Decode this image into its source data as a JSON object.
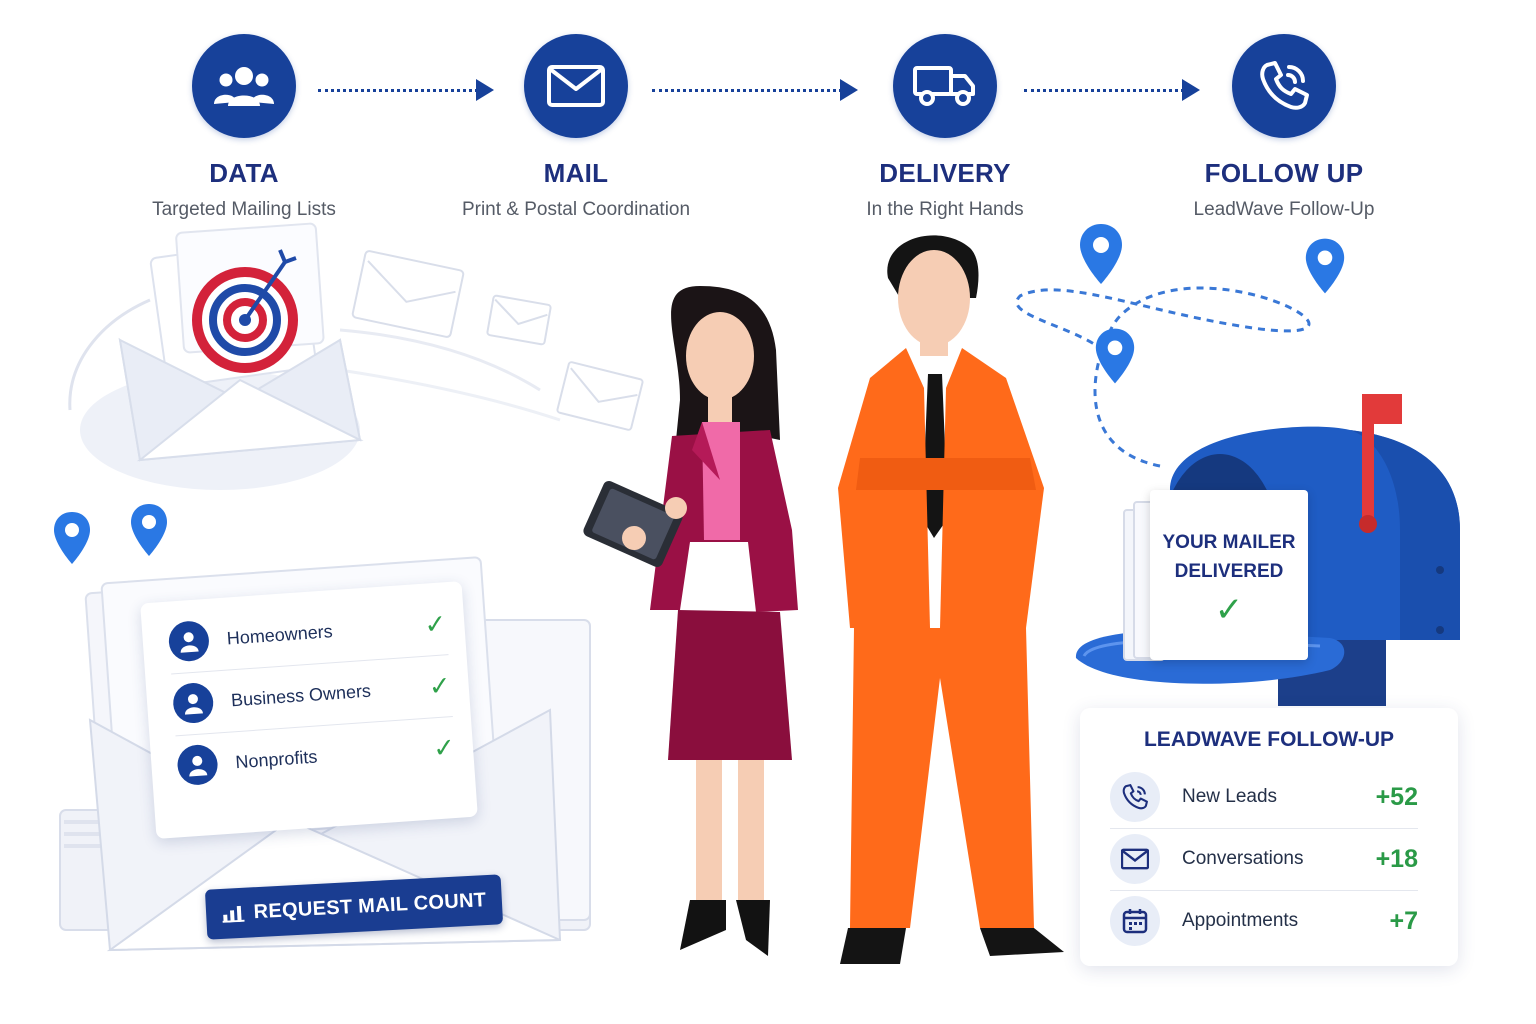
{
  "steps": [
    {
      "title": "DATA",
      "subtitle": "Targeted Mailing Lists",
      "icon": "people-icon"
    },
    {
      "title": "MAIL",
      "subtitle": "Print & Postal Coordination",
      "icon": "envelope-icon"
    },
    {
      "title": "DELIVERY",
      "subtitle": "In the Right Hands",
      "icon": "truck-icon"
    },
    {
      "title": "FOLLOW UP",
      "subtitle": "LeadWave Follow-Up",
      "icon": "phone-icon"
    }
  ],
  "audience_list": [
    {
      "label": "Homeowners"
    },
    {
      "label": "Business Owners"
    },
    {
      "label": "Nonprofits"
    }
  ],
  "request_button": {
    "label": "REQUEST MAIL COUNT",
    "icon": "bar-chart-icon"
  },
  "mailer": {
    "line1": "YOUR MAILER",
    "line2": "DELIVERED"
  },
  "followup": {
    "title": "LEADWAVE FOLLOW-UP",
    "rows": [
      {
        "label": "New Leads",
        "value": "+52",
        "icon": "phone-icon"
      },
      {
        "label": "Conversations",
        "value": "+18",
        "icon": "envelope-icon"
      },
      {
        "label": "Appointments",
        "value": "+7",
        "icon": "calendar-icon"
      }
    ]
  },
  "colors": {
    "primary": "#17419a",
    "accent_green": "#2fa14a",
    "mailbox_blue": "#1f5cc4",
    "flag_red": "#e23a3a",
    "suit_orange": "#ff6a1a",
    "suit_magenta": "#9a1045"
  }
}
